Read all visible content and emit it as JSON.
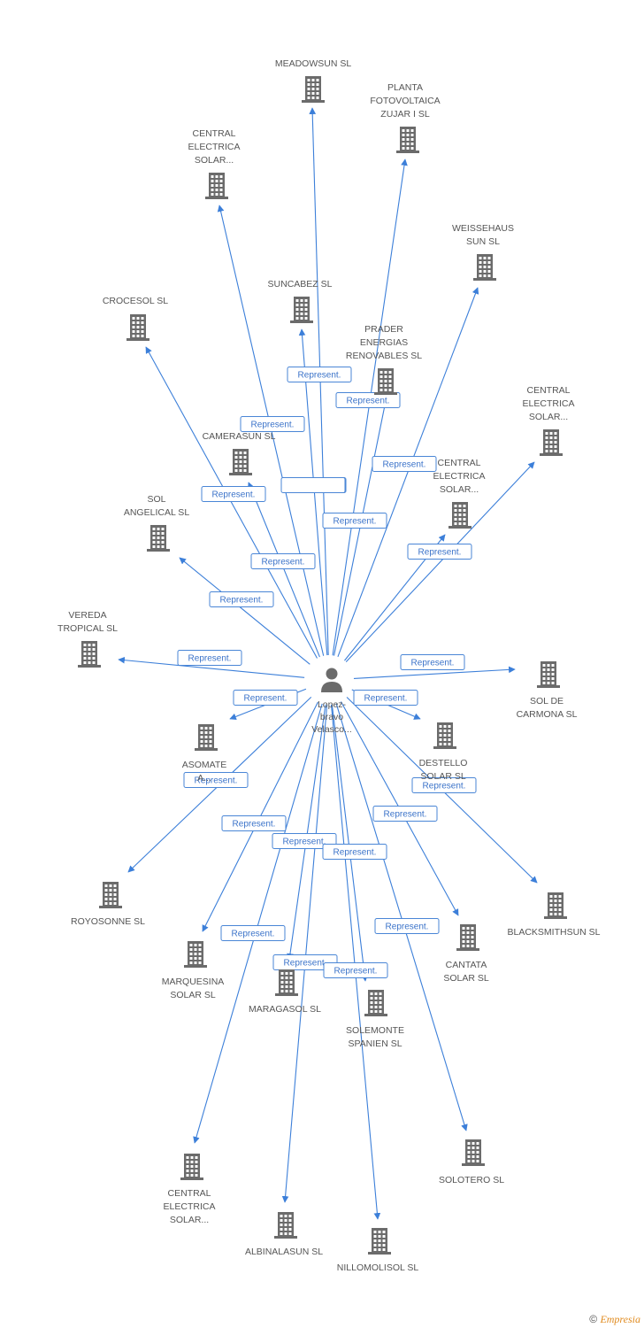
{
  "center": {
    "label_lines": [
      "Lopez-",
      "bravo",
      "Velasco..."
    ],
    "icon": "person-icon"
  },
  "edge_label": "Represent.",
  "companies": [
    {
      "id": "meadowsun",
      "lines": [
        "MEADOWSUN SL"
      ]
    },
    {
      "id": "planta-fotovoltaica",
      "lines": [
        "PLANTA",
        "FOTOVOLTAICA",
        "ZUJAR I SL"
      ]
    },
    {
      "id": "central-electrica-1",
      "lines": [
        "CENTRAL",
        "ELECTRICA",
        "SOLAR..."
      ]
    },
    {
      "id": "weissehaus",
      "lines": [
        "WEISSEHAUS",
        "SUN SL"
      ]
    },
    {
      "id": "suncabez",
      "lines": [
        "SUNCABEZ SL"
      ]
    },
    {
      "id": "crocesol",
      "lines": [
        "CROCESOL SL"
      ]
    },
    {
      "id": "prader",
      "lines": [
        "PRADER",
        "ENERGIAS",
        "RENOVABLES SL"
      ]
    },
    {
      "id": "central-electrica-2",
      "lines": [
        "CENTRAL",
        "ELECTRICA",
        "SOLAR..."
      ]
    },
    {
      "id": "camerasun",
      "lines": [
        "CAMERASUN SL"
      ]
    },
    {
      "id": "central-electrica-3",
      "lines": [
        "CENTRAL",
        "ELECTRICA",
        "SOLAR..."
      ]
    },
    {
      "id": "sol-angelical",
      "lines": [
        "SOL",
        "ANGELICAL SL"
      ]
    },
    {
      "id": "vereda-tropical",
      "lines": [
        "VEREDA",
        "TROPICAL SL"
      ]
    },
    {
      "id": "sol-de-carmona",
      "lines": [
        "SOL DE",
        "CARMONA SL"
      ]
    },
    {
      "id": "asomate",
      "lines": [
        "ASOMATE",
        "A..."
      ]
    },
    {
      "id": "destello",
      "lines": [
        "DESTELLO",
        "SOLAR SL"
      ]
    },
    {
      "id": "royosonne",
      "lines": [
        "ROYOSONNE SL"
      ]
    },
    {
      "id": "blacksmithsun",
      "lines": [
        "BLACKSMITHSUN SL"
      ]
    },
    {
      "id": "marquesina",
      "lines": [
        "MARQUESINA",
        "SOLAR SL"
      ]
    },
    {
      "id": "cantata",
      "lines": [
        "CANTATA",
        "SOLAR SL"
      ]
    },
    {
      "id": "maragasol",
      "lines": [
        "MARAGASOL SL"
      ]
    },
    {
      "id": "solemonte",
      "lines": [
        "SOLEMONTE",
        "SPANIEN SL"
      ]
    },
    {
      "id": "solotero",
      "lines": [
        "SOLOTERO SL"
      ]
    },
    {
      "id": "central-electrica-4",
      "lines": [
        "CENTRAL",
        "ELECTRICA",
        "SOLAR..."
      ]
    },
    {
      "id": "albinalasun",
      "lines": [
        "ALBINALASUN SL"
      ]
    },
    {
      "id": "nillomolisol",
      "lines": [
        "NILLOMOLISOL SL"
      ]
    }
  ],
  "footer": {
    "copyright": "©",
    "brand": "Empresia"
  }
}
